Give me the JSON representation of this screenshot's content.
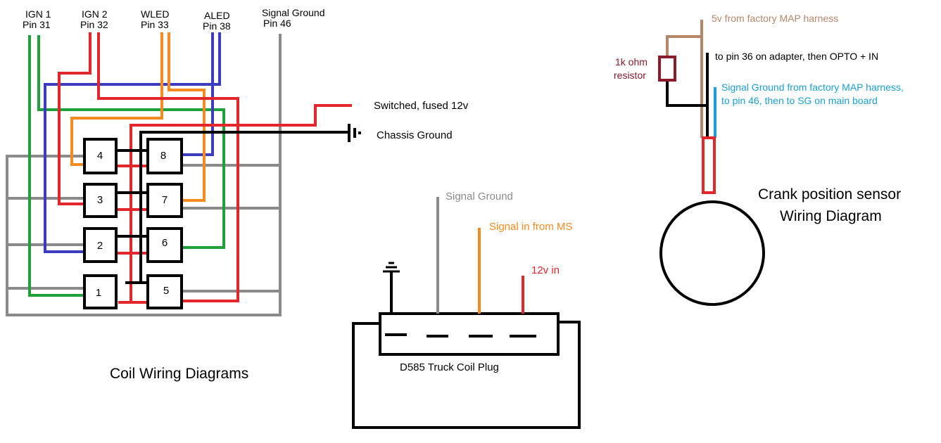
{
  "colors": {
    "green": "#1fa13a",
    "red": "#e3262a",
    "orange": "#f58a20",
    "blue": "#3c3cc0",
    "gray": "#8a8a8a",
    "black": "#000000",
    "brown": "#b5866a",
    "cyan": "#1a9fd8",
    "maroon": "#8b1a2a"
  },
  "coil_diagram": {
    "header_labels": [
      {
        "line1": "IGN 1",
        "line2": "Pin 31"
      },
      {
        "line1": "IGN 2",
        "line2": "Pin 32"
      },
      {
        "line1": "WLED",
        "line2": "Pin 33"
      },
      {
        "line1": "ALED",
        "line2": "Pin 38"
      },
      {
        "line1": "Signal Ground",
        "line2": "Pin 46"
      }
    ],
    "coils": [
      "4",
      "8",
      "3",
      "7",
      "2",
      "6",
      "1",
      "5"
    ],
    "switched_label": "Switched, fused 12v",
    "chassis_label": "Chassis Ground",
    "title": "Coil Wiring Diagrams"
  },
  "truck_plug": {
    "signal_ground_label": "Signal Ground",
    "signal_in_label": "Signal in from MS",
    "twelve_v_label": "12v in",
    "caption": "D585 Truck Coil Plug"
  },
  "crank_diagram": {
    "five_v_label": "5v from factory MAP harness",
    "pin36_label": "to pin 36 on adapter, then OPTO + IN",
    "resistor_line1": "1k ohm",
    "resistor_line2": "resistor",
    "sg_line1": "Signal Ground from factory MAP harness,",
    "sg_line2": "to pin 46, then to SG on main board",
    "title_line1": "Crank position sensor",
    "title_line2": "Wiring Diagram"
  }
}
